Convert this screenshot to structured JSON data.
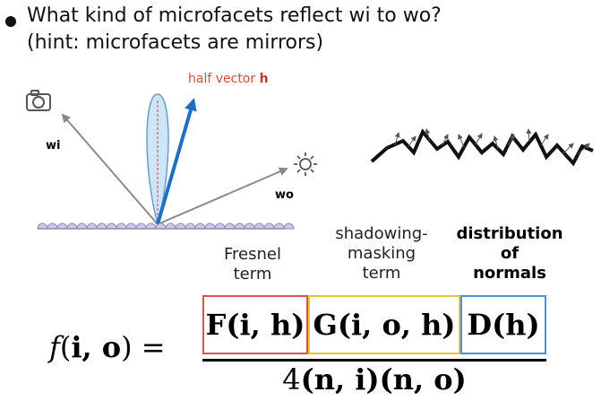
{
  "bullet": {
    "line1": "What kind of microfacets reflect wi to wo?",
    "line2": "(hint: microfacets are mirrors)"
  },
  "diagram": {
    "half_vector_text": "half vector ",
    "half_vector_symbol": "h",
    "wi_label": "wi",
    "wo_label": "wo",
    "icons": [
      "camera-icon",
      "sun-icon"
    ]
  },
  "terms": {
    "fresnel": [
      "Fresnel",
      "term"
    ],
    "shadowing": [
      "shadowing-",
      "masking",
      "term"
    ],
    "distribution": [
      "distribution",
      "of",
      "normals"
    ]
  },
  "equation": {
    "lhs_f": "f",
    "lhs_open": "(",
    "lhs_args": "i, o",
    "lhs_close": ")",
    "equals": " =",
    "F_term": "F(i, h)",
    "G_term": "G(i, o, h)",
    "D_term": "D(h)",
    "denom_four": "4",
    "denom_terms": "(n, i)(n, o)"
  },
  "colors": {
    "half_vector": "#1f6fc1",
    "fresnel_box": "#d9534f",
    "shadowing_box": "#e8c432",
    "distribution_box": "#4a8fd9",
    "lobe_fill": "#cfe4f7"
  }
}
